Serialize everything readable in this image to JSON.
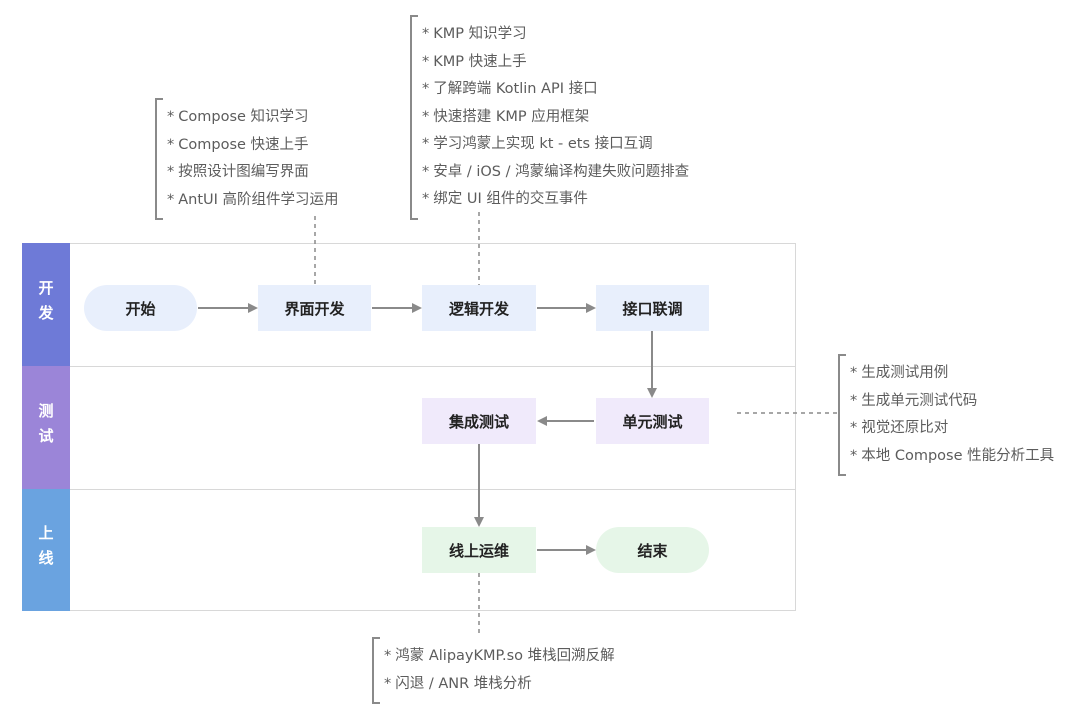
{
  "lanes": [
    {
      "label": "开发",
      "color": "#6e7ad7"
    },
    {
      "label": "测试",
      "color": "#9b85d8"
    },
    {
      "label": "上线",
      "color": "#6aa3e0"
    }
  ],
  "nodes": {
    "start": "开始",
    "ui_dev": "界面开发",
    "logic_dev": "逻辑开发",
    "api_debug": "接口联调",
    "unit_test": "单元测试",
    "integration_test": "集成测试",
    "online_ops": "线上运维",
    "end": "结束"
  },
  "notes": {
    "ui": [
      "Compose 知识学习",
      "Compose 快速上手",
      "按照设计图编写界面",
      "AntUI 高阶组件学习运用"
    ],
    "logic": [
      "KMP 知识学习",
      "KMP  快速上手",
      "了解跨端 Kotlin API 接口",
      "快速搭建 KMP 应用框架",
      "学习鸿蒙上实现 kt - ets 接口互调",
      "安卓 / iOS / 鸿蒙编译构建失败问题排查",
      "绑定 UI 组件的交互事件"
    ],
    "test": [
      "生成测试用例",
      "生成单元测试代码",
      "视觉还原比对",
      "本地 Compose 性能分析工具"
    ],
    "ops": [
      "鸿蒙 AlipayKMP.so 堆栈回溯反解",
      "闪退 / ANR 堆栈分析"
    ]
  },
  "bullet": "*",
  "colors": {
    "dev_node": "#e8effc",
    "test_node": "#f0eafb",
    "ops_node": "#e6f6e8",
    "arrow": "#8a8a8a"
  }
}
